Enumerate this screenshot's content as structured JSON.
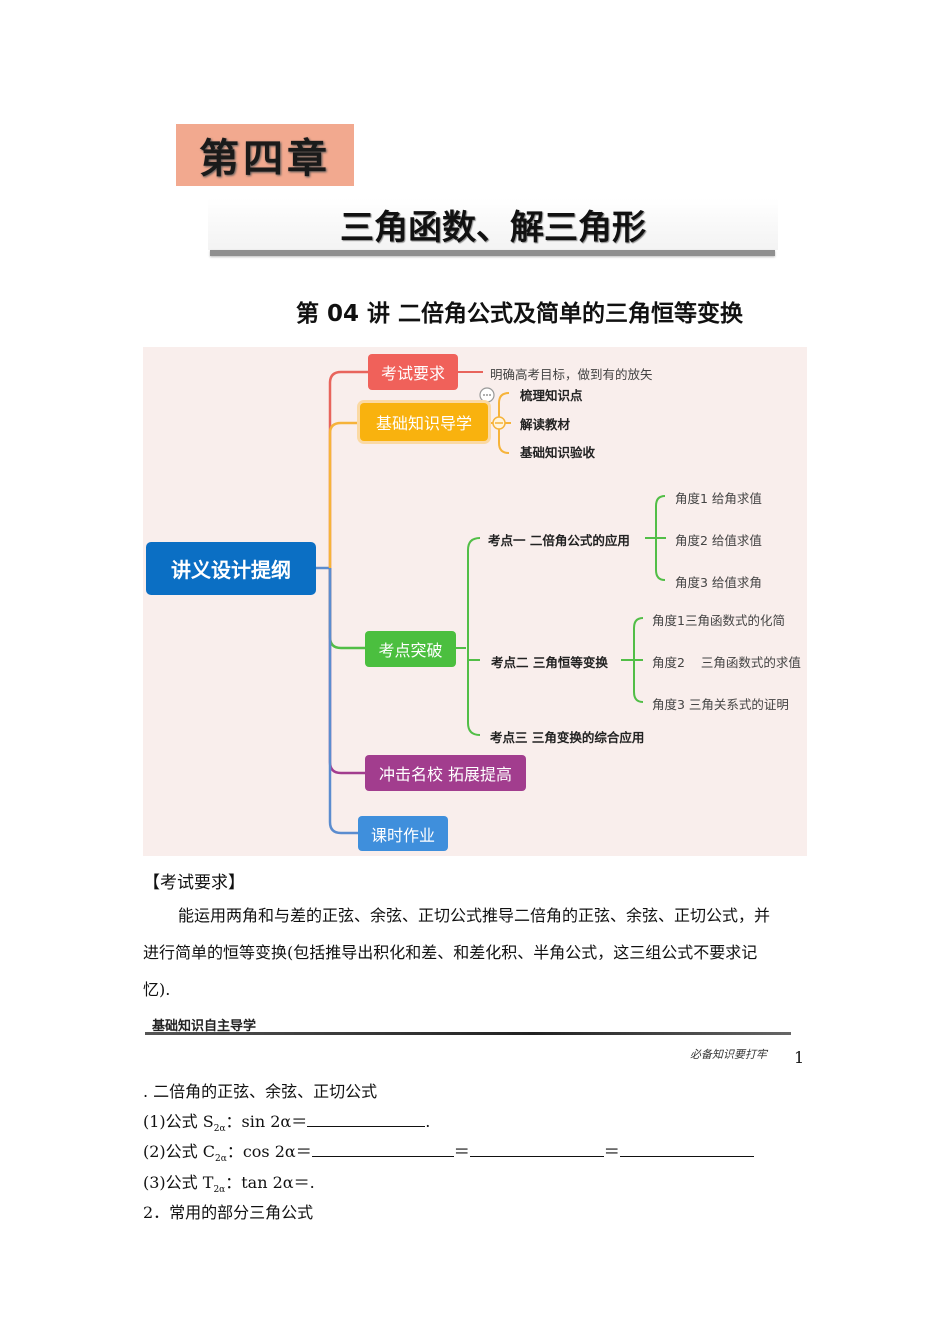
{
  "header": {
    "chapter": "第四章",
    "subject": "三角函数、解三角形",
    "lecture_title": "第 04 讲  二倍角公式及简单的三角恒等变换"
  },
  "mindmap": {
    "colors": {
      "root": "#0b6fc4",
      "exam": "#f0615a",
      "basic": "#f9b20e",
      "breakthrough": "#4bbf3f",
      "advanced": "#a23d8e",
      "homework": "#3f8fdc",
      "trunk": "#5b8ccf"
    },
    "root": "讲义设计提纲",
    "exam": {
      "label": "考试要求",
      "note": "明确高考目标，做到有的放矢"
    },
    "basic": {
      "label": "基础知识导学",
      "children": [
        "梳理知识点",
        "解读教材",
        "基础知识验收"
      ]
    },
    "breakthrough": {
      "label": "考点突破",
      "points": [
        {
          "label": "考点一 二倍角公式的应用",
          "children": [
            "角度1 给角求值",
            "角度2 给值求值",
            "角度3 给值求角"
          ]
        },
        {
          "label": "考点二 三角恒等变换",
          "children": [
            "角度1三角函数式的化简",
            "角度2    三角函数式的求值",
            "角度3 三角关系式的证明"
          ]
        },
        {
          "label": "考点三 三角变换的综合应用",
          "children": []
        }
      ]
    },
    "advanced": {
      "label": "冲击名校 拓展提高"
    },
    "homework": {
      "label": "课时作业"
    }
  },
  "exam_requirements": {
    "heading": "【考试要求】",
    "lines": [
      "能运用两角和与差的正弦、余弦、正切公式推导二倍角的正弦、余弦、正切公式，并",
      "进行简单的恒等变换(包括推导出积化和差、和差化积、半角公式，这三组公式不要求记",
      "忆)."
    ]
  },
  "section_bar": {
    "label": "基础知识自主导学",
    "tag": "必备知识要打牢",
    "page_number": "1"
  },
  "content": {
    "item1_title": ".  二倍角的正弦、余弦、正切公式",
    "f1": {
      "prefix": "(1)公式 S",
      "sub": "2α",
      "body": "：sin 2α＝",
      "end": "."
    },
    "f2": {
      "prefix": "(2)公式 C",
      "sub": "2α",
      "body": "：cos 2α＝",
      "eq": "＝"
    },
    "f3": {
      "prefix": "(3)公式 T",
      "sub": "2α",
      "body": "：tan 2α＝."
    },
    "item2_title": "2．常用的部分三角公式"
  }
}
